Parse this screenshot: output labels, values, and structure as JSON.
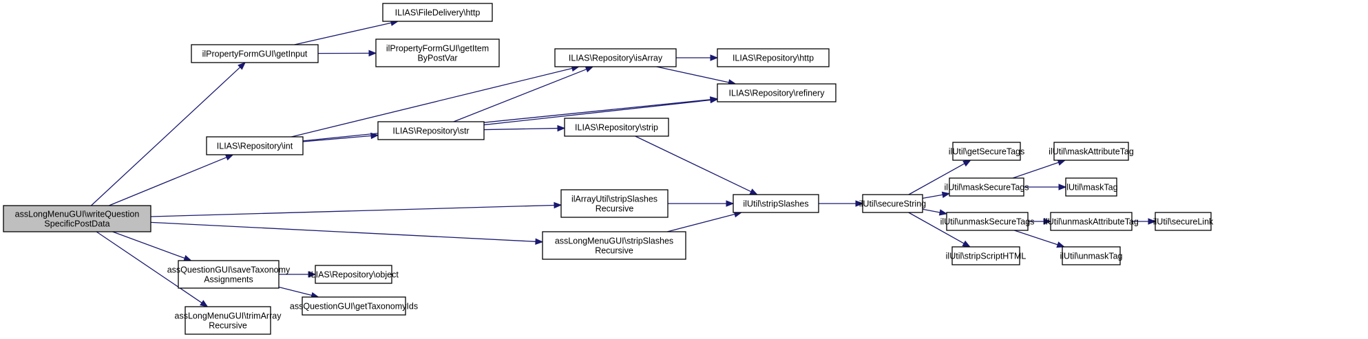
{
  "diagram": {
    "type": "call-graph",
    "colors": {
      "edge": "#191970",
      "root_fill": "#bfbfbf",
      "node_fill": "#ffffff",
      "border": "#000000"
    },
    "nodes": [
      {
        "id": "root",
        "lines": [
          "assLongMenuGUI\\writeQuestion",
          "SpecificPostData"
        ],
        "root": true
      },
      {
        "id": "getInput",
        "lines": [
          "ilPropertyFormGUI\\getInput"
        ]
      },
      {
        "id": "fdHttp",
        "lines": [
          "ILIAS\\FileDelivery\\http"
        ]
      },
      {
        "id": "getItemByPostVar",
        "lines": [
          "ilPropertyFormGUI\\getItem",
          "ByPostVar"
        ]
      },
      {
        "id": "repoInt",
        "lines": [
          "ILIAS\\Repository\\int"
        ]
      },
      {
        "id": "repoStr",
        "lines": [
          "ILIAS\\Repository\\str"
        ]
      },
      {
        "id": "repoIsArray",
        "lines": [
          "ILIAS\\Repository\\isArray"
        ]
      },
      {
        "id": "repoHttp",
        "lines": [
          "ILIAS\\Repository\\http"
        ]
      },
      {
        "id": "repoRefinery",
        "lines": [
          "ILIAS\\Repository\\refinery"
        ]
      },
      {
        "id": "repoStrip",
        "lines": [
          "ILIAS\\Repository\\strip"
        ]
      },
      {
        "id": "arrStripSlashesRec",
        "lines": [
          "ilArrayUtil\\stripSlashes",
          "Recursive"
        ]
      },
      {
        "id": "almStripSlashesRec",
        "lines": [
          "assLongMenuGUI\\stripSlashes",
          "Recursive"
        ]
      },
      {
        "id": "stripSlashes",
        "lines": [
          "ilUtil\\stripSlashes"
        ]
      },
      {
        "id": "secureString",
        "lines": [
          "ilUtil\\secureString"
        ]
      },
      {
        "id": "getSecureTags",
        "lines": [
          "ilUtil\\getSecureTags"
        ]
      },
      {
        "id": "maskSecureTags",
        "lines": [
          "ilUtil\\maskSecureTags"
        ]
      },
      {
        "id": "unmaskSecureTags",
        "lines": [
          "ilUtil\\unmaskSecureTags"
        ]
      },
      {
        "id": "stripScriptHTML",
        "lines": [
          "ilUtil\\stripScriptHTML"
        ]
      },
      {
        "id": "maskAttributeTag",
        "lines": [
          "ilUtil\\maskAttributeTag"
        ]
      },
      {
        "id": "maskTag",
        "lines": [
          "ilUtil\\maskTag"
        ]
      },
      {
        "id": "unmaskAttributeTag",
        "lines": [
          "ilUtil\\unmaskAttributeTag"
        ]
      },
      {
        "id": "secureLink",
        "lines": [
          "ilUtil\\secureLink"
        ]
      },
      {
        "id": "unmaskTag",
        "lines": [
          "ilUtil\\unmaskTag"
        ]
      },
      {
        "id": "saveTaxonomy",
        "lines": [
          "assQuestionGUI\\saveTaxonomy",
          "Assignments"
        ]
      },
      {
        "id": "repoObject",
        "lines": [
          "ILIAS\\Repository\\object"
        ]
      },
      {
        "id": "getTaxonomyIds",
        "lines": [
          "assQuestionGUI\\getTaxonomyIds"
        ]
      },
      {
        "id": "trimArrayRec",
        "lines": [
          "assLongMenuGUI\\trimArray",
          "Recursive"
        ]
      }
    ],
    "edges": [
      [
        "root",
        "getInput"
      ],
      [
        "root",
        "repoInt"
      ],
      [
        "root",
        "arrStripSlashesRec"
      ],
      [
        "root",
        "almStripSlashesRec"
      ],
      [
        "root",
        "saveTaxonomy"
      ],
      [
        "root",
        "trimArrayRec"
      ],
      [
        "getInput",
        "fdHttp"
      ],
      [
        "getInput",
        "getItemByPostVar"
      ],
      [
        "repoInt",
        "repoIsArray"
      ],
      [
        "repoInt",
        "repoStr"
      ],
      [
        "repoInt",
        "repoRefinery"
      ],
      [
        "repoStr",
        "repoIsArray"
      ],
      [
        "repoStr",
        "repoRefinery"
      ],
      [
        "repoStr",
        "repoStrip"
      ],
      [
        "repoIsArray",
        "repoHttp"
      ],
      [
        "repoIsArray",
        "repoRefinery"
      ],
      [
        "repoStrip",
        "stripSlashes"
      ],
      [
        "arrStripSlashesRec",
        "stripSlashes"
      ],
      [
        "almStripSlashesRec",
        "stripSlashes"
      ],
      [
        "stripSlashes",
        "secureString"
      ],
      [
        "secureString",
        "getSecureTags"
      ],
      [
        "secureString",
        "maskSecureTags"
      ],
      [
        "secureString",
        "unmaskSecureTags"
      ],
      [
        "secureString",
        "stripScriptHTML"
      ],
      [
        "maskSecureTags",
        "maskAttributeTag"
      ],
      [
        "maskSecureTags",
        "maskTag"
      ],
      [
        "unmaskSecureTags",
        "unmaskAttributeTag"
      ],
      [
        "unmaskSecureTags",
        "unmaskTag"
      ],
      [
        "unmaskAttributeTag",
        "secureLink"
      ],
      [
        "saveTaxonomy",
        "repoObject"
      ],
      [
        "saveTaxonomy",
        "getTaxonomyIds"
      ]
    ]
  }
}
